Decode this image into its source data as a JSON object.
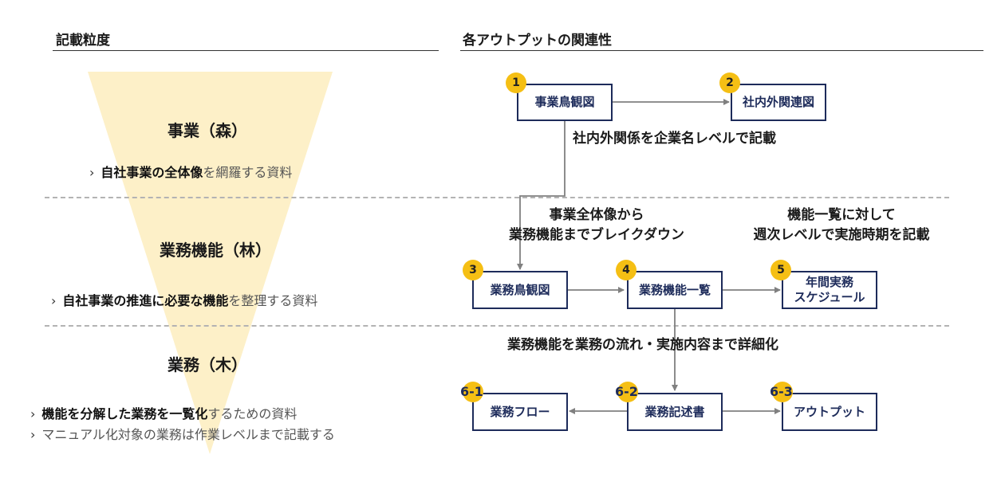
{
  "left_header": "記載粒度",
  "right_header": "各アウトプットの関連性",
  "levels": [
    {
      "title": "事業（森）",
      "desc": [
        {
          "bold": "自社事業の全体像",
          "rest": "を網羅する資料"
        }
      ]
    },
    {
      "title": "業務機能（林）",
      "desc": [
        {
          "bold": "自社事業の推進に必要な機能",
          "rest": "を整理する資料"
        }
      ]
    },
    {
      "title": "業務（木）",
      "desc": [
        {
          "bold": "機能を分解した業務を一覧化",
          "rest": "するための資料"
        },
        {
          "bold": "",
          "rest": "マニュアル化対象の業務は作業レベルまで記載する"
        }
      ]
    }
  ],
  "chevron": "›",
  "nodes": {
    "n1": {
      "badge": "1",
      "label": "事業鳥観図"
    },
    "n2": {
      "badge": "2",
      "label": "社内外関連図"
    },
    "n3": {
      "badge": "3",
      "label": "業務鳥観図"
    },
    "n4": {
      "badge": "4",
      "label": "業務機能一覧"
    },
    "n5": {
      "badge": "5",
      "label_line1": "年間実務",
      "label_line2": "スケジュール"
    },
    "n61": {
      "badge": "6-1",
      "label": "業務フロー"
    },
    "n62": {
      "badge": "6-2",
      "label": "業務記述書"
    },
    "n63": {
      "badge": "6-3",
      "label": "アウトプット"
    }
  },
  "notes": {
    "n1_to_n2": "社内外関係を企業名レベルで記載",
    "n1_to_n3_line1": "事業全体像から",
    "n1_to_n3_line2": "業務機能までブレイクダウン",
    "n4_to_n5_line1": "機能一覧に対して",
    "n4_to_n5_line2": "週次レベルで実施時期を記載",
    "n4_to_n6": "業務機能を業務の流れ・実施内容まで詳細化"
  },
  "colors": {
    "funnel": "#fdf0c8",
    "badge": "#f5bf14",
    "node_border": "#1d2b5a",
    "arrow": "#808080"
  }
}
